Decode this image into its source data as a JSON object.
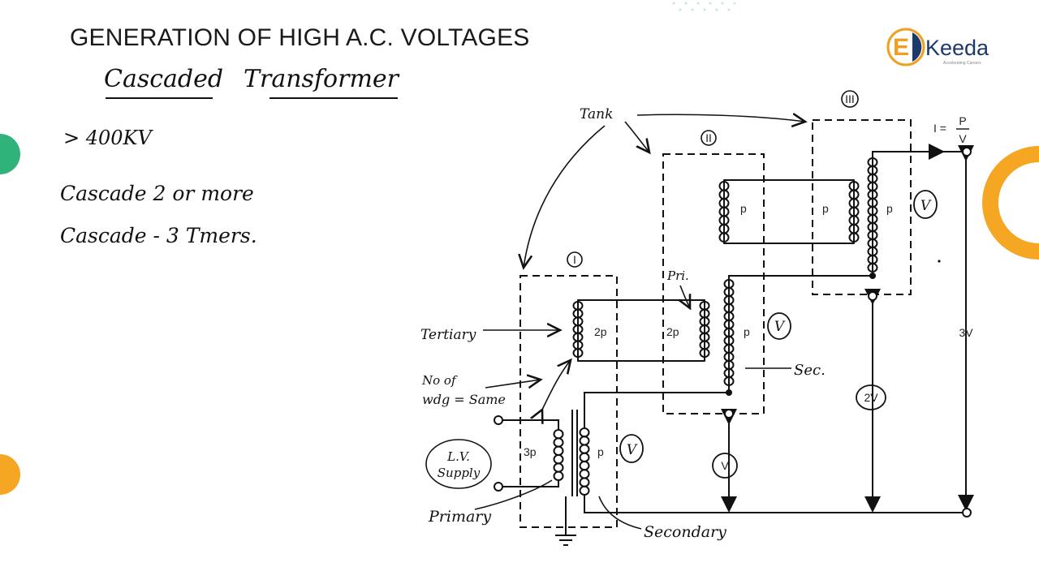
{
  "page": {
    "title": "GENERATION OF HIGH A.C. VOLTAGES",
    "subtitle_left": "Cascaded",
    "subtitle_right": "Transformer",
    "notes": [
      "> 400KV",
      "Cascade 2 or more",
      "Cascade - 3 Tmers."
    ]
  },
  "logo": {
    "text": "Keeda",
    "letter": "E",
    "tagline": "Accelerating Careers"
  },
  "diagram": {
    "stages": [
      "I",
      "II",
      "III"
    ],
    "tanks_label": "Tank",
    "tertiary_label": "Tertiary",
    "turns_note_line1": "No of",
    "turns_note_line2": "wdg = Same",
    "supply_line1": "L.V.",
    "supply_line2": "Supply",
    "primary_label": "Primary",
    "secondary_label": "Secondary",
    "pri_label": "Pri.",
    "sec_label": "Sec.",
    "winding_3p": "3p",
    "winding_2p": "2p",
    "winding_p": "p",
    "voltage_v": "V",
    "voltage_2v": "2V",
    "voltage_3v": "3V",
    "current_formula_lhs": "I =",
    "current_formula_num": "P",
    "current_formula_den": "V"
  },
  "colors": {
    "ink": "#1a1a1a",
    "logo_blue": "#1b3a6b",
    "logo_orange": "#f0a020",
    "accent_orange": "#f5a623",
    "accent_green": "#2fb37a"
  }
}
